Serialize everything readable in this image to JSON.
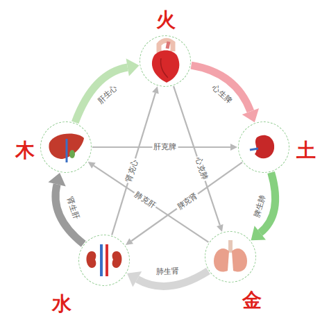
{
  "diagram": {
    "nodes": [
      {
        "text": [
          "火"
        ]
      },
      {
        "text": [
          "土"
        ]
      },
      {
        "text": [
          "金"
        ]
      },
      {
        "text": [
          "水"
        ]
      },
      {
        "text": [
          "木"
        ]
      }
    ],
    "edges": [
      {
        "from": 4,
        "to": 0,
        "label": "肝生心",
        "arrow": "to"
      },
      {
        "from": 0,
        "to": 1,
        "label": "心生脾",
        "arrow": "to"
      },
      {
        "from": 1,
        "to": 2,
        "label": "脾生肺",
        "arrow": "to"
      },
      {
        "from": 2,
        "to": 3,
        "label": "肺生肾",
        "arrow": "to"
      },
      {
        "from": 3,
        "to": 4,
        "label": "肾生肝",
        "arrow": "to"
      },
      {
        "from": 4,
        "to": 1,
        "label": "肝克脾",
        "arrow": "to"
      },
      {
        "from": 0,
        "to": 2,
        "label": "心克肺",
        "arrow": "to"
      },
      {
        "from": 1,
        "to": 3,
        "label": "脾克肾",
        "arrow": "to"
      },
      {
        "from": 2,
        "to": 4,
        "label": "肺克肝",
        "arrow": "to"
      },
      {
        "from": 3,
        "to": 0,
        "label": "肾克心",
        "arrow": "to"
      }
    ]
  }
}
